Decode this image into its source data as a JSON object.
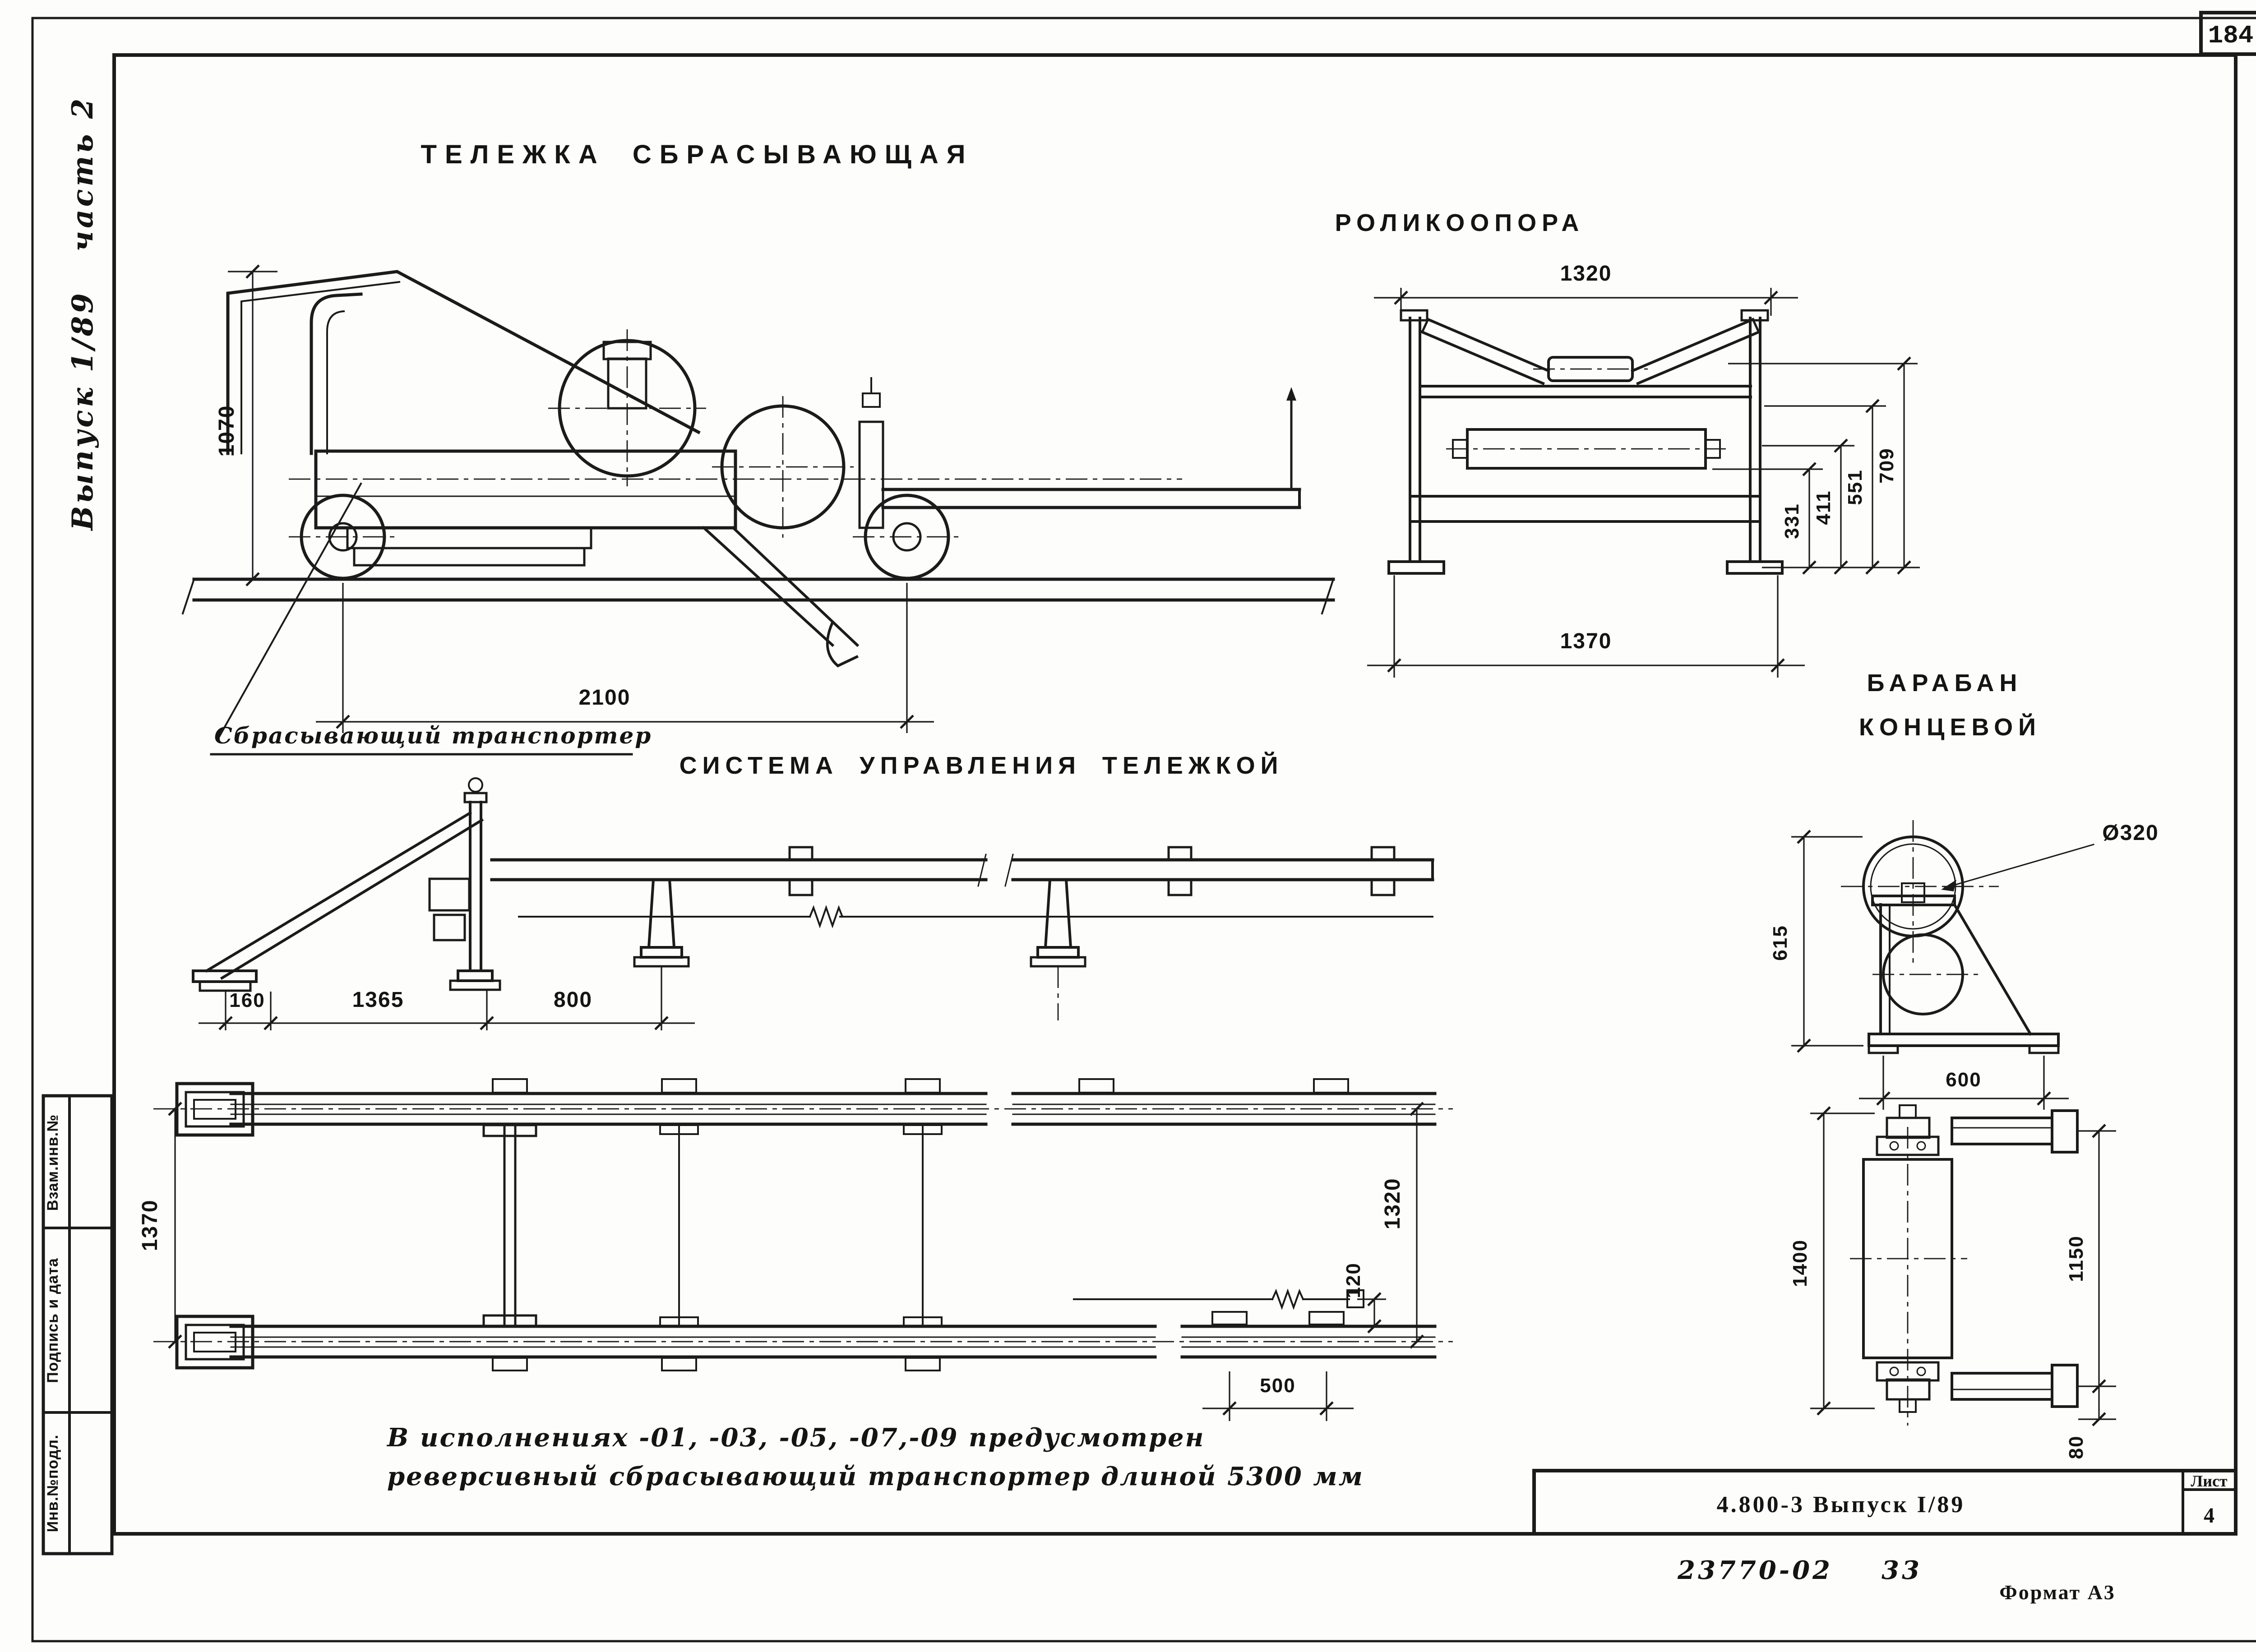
{
  "page": {
    "number": "184",
    "format": "Формат А3",
    "inventory": "23770-02",
    "inventory_extra": "33"
  },
  "margin": {
    "issue": "Выпуск 1/89",
    "part": "часть 2",
    "stamp": {
      "row1": "Взам.инв.№",
      "row2": "Подпись и дата",
      "row3": "Инв.№подл."
    }
  },
  "titleblock": {
    "series": "4.800-3  Выпуск I/89",
    "sheet_label": "Лист",
    "sheet_number": "4"
  },
  "trolley": {
    "title": "ТЕЛЕЖКА СБРАСЫВАЮЩАЯ",
    "conveyor_label": "Сбрасывающий транспортер",
    "dim_height": "1070",
    "dim_wheelbase": "2100"
  },
  "roller": {
    "title": "РОЛИКООПОРА",
    "dim_top": "1320",
    "dim_bottom": "1370",
    "dim_h1": "331",
    "dim_h2": "411",
    "dim_h3": "551",
    "dim_h4": "709"
  },
  "system": {
    "title": "СИСТЕМА УПРАВЛЕНИЯ ТЕЛЕЖКОЙ",
    "dim_a": "160",
    "dim_b": "1365",
    "dim_c": "800",
    "dim_plan_left": "1370",
    "dim_plan_right": "1320",
    "dim_spacing": "500",
    "dim_offset": "120"
  },
  "drum": {
    "title1": "БАРАБАН",
    "title2": "КОНЦЕВОЙ",
    "dim_dia": "Ø320",
    "dim_height": "615",
    "dim_base": "600",
    "dim_len": "1400",
    "dim_inner": "1150",
    "dim_small": "80"
  },
  "note": {
    "line1": "В  исполнениях  -01, -03, -05, -07,-09  предусмотрен",
    "line2": "реверсивный сбрасывающий транспортер длиной 5300 мм"
  }
}
